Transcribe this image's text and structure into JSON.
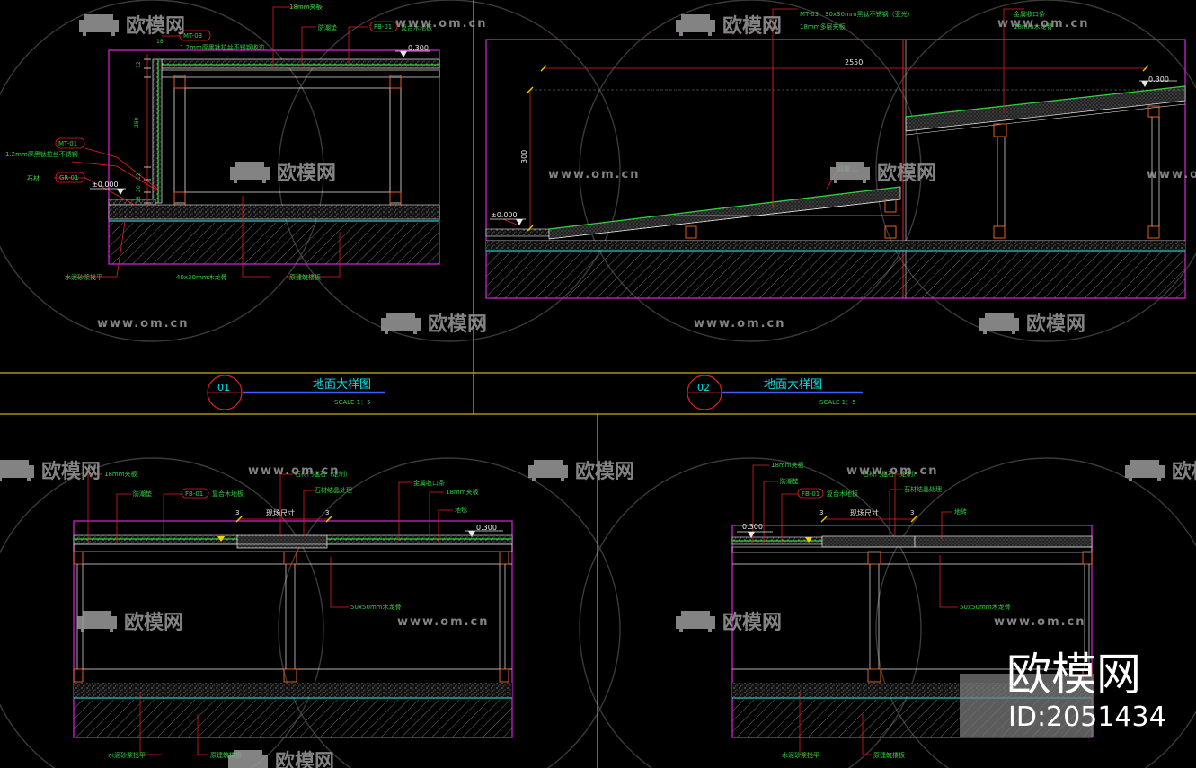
{
  "colors": {
    "background": "#000000",
    "frame_yellow": "#c8b400",
    "magenta": "#d020d0",
    "green": "#30d040",
    "cyan": "#20d0d0",
    "red": "#e02020",
    "white": "#e8e8e8",
    "gray": "#8a8a8a",
    "title_cyan": "#00e0e0",
    "watermark": "#9a9a9a"
  },
  "watermark": {
    "brand": "欧模网",
    "site": "www.om.cn"
  },
  "stamp": {
    "brand": "欧模网",
    "id": "ID:2051434"
  },
  "panel1": {
    "number": "01",
    "title": "地面大样图",
    "scale": "SCALE 1：5",
    "levels": {
      "top": "0.300",
      "bottom": "±0.000"
    },
    "labels": {
      "top_ply": "18mm夹板",
      "code_top": "MT-03",
      "note_top": "1.2mm厚黑钛拉丝不锈钢收边",
      "ply": "防潮垫",
      "fb_code": "FB-01",
      "fb": "复合木地板",
      "mt01": "MT-01",
      "note_left": "1.2mm厚黑钛拉丝不锈钢",
      "gr_code": "GR-01",
      "gr_prefix": "石材",
      "level_base": "水泥砂浆找平",
      "joist": "40x30mm木龙骨",
      "base": "原建筑楼板"
    },
    "dims": [
      "18",
      "12",
      "250",
      "12",
      "20",
      "18"
    ]
  },
  "panel2": {
    "number": "02",
    "title": "地面大样图",
    "scale": "SCALE 1：5",
    "levels": {
      "top": "0.300",
      "bottom": "±0.000"
    },
    "labels": {
      "code_top": "MT-03",
      "note_top": "30x30mm黑钛不锈钢（亚光）",
      "note_top2": "18mm多层夹板",
      "right_note": "金属收口条",
      "right_note2": "18mm木龙骨",
      "ramp": "斜坡"
    },
    "dims": {
      "span": "2550",
      "rise": "300"
    }
  },
  "panel3": {
    "labels": {
      "ply_top": "18mm夹板",
      "moist": "防潮垫",
      "fb_code": "FB-01",
      "fb": "复合木地板",
      "brass": "石材门槛石（定制）",
      "stone": "石材结晶处理",
      "metal": "金属收口条",
      "ply_r": "18mm夹板",
      "carpet": "地毯",
      "field": "现场尺寸",
      "mark_a": "3",
      "mark_b": "3",
      "joist": "50x50mm木龙骨",
      "level_base": "水泥砂浆找平",
      "base": "原建筑楼板",
      "level": "0.300"
    }
  },
  "panel4": {
    "labels": {
      "ply_top": "18mm夹板",
      "moist": "防潮垫",
      "fb_code": "FB-01",
      "fb": "复合木地板",
      "brass": "石材门槛石（定制）",
      "stone": "石材结晶处理",
      "field": "现场尺寸",
      "mark_a": "3",
      "mark_b": "3",
      "tile": "地砖",
      "joist": "50x50mm木龙骨",
      "level_base": "水泥砂浆找平",
      "base": "原建筑楼板",
      "level": "0.300"
    }
  }
}
